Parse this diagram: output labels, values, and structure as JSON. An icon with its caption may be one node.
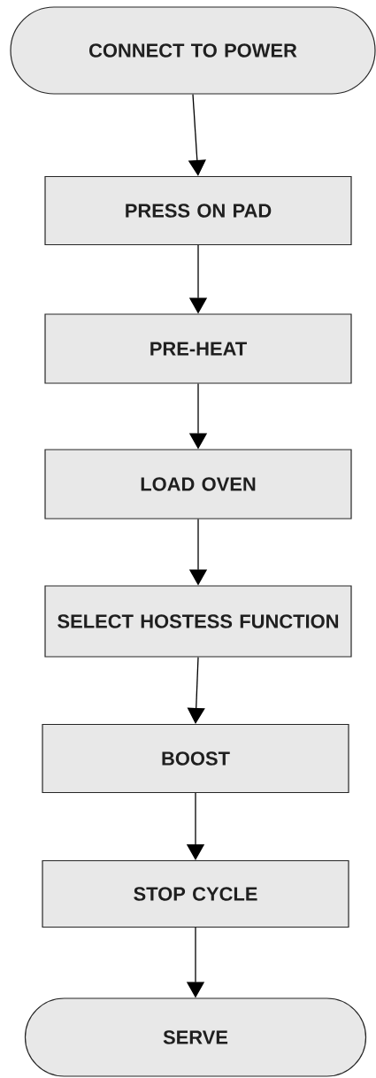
{
  "diagram": {
    "nodes": [
      {
        "text": [
          "CONNECT TO POWER"
        ]
      },
      {
        "text": [
          "PRESS ON PAD"
        ]
      },
      {
        "text": [
          "PRE-HEAT"
        ]
      },
      {
        "text": [
          "LOAD OVEN"
        ]
      },
      {
        "text": [
          "SELECT HOSTESS FUNCTION"
        ]
      },
      {
        "text": [
          "BOOST"
        ]
      },
      {
        "text": [
          "STOP CYCLE"
        ]
      },
      {
        "text": [
          "SERVE"
        ]
      }
    ],
    "edges": [
      {
        "from": 0,
        "to": 1,
        "arrow": "to"
      },
      {
        "from": 1,
        "to": 2,
        "arrow": "to"
      },
      {
        "from": 2,
        "to": 3,
        "arrow": "to"
      },
      {
        "from": 3,
        "to": 4,
        "arrow": "to"
      },
      {
        "from": 4,
        "to": 5,
        "arrow": "to"
      },
      {
        "from": 5,
        "to": 6,
        "arrow": "to"
      },
      {
        "from": 6,
        "to": 7,
        "arrow": "to"
      }
    ]
  }
}
